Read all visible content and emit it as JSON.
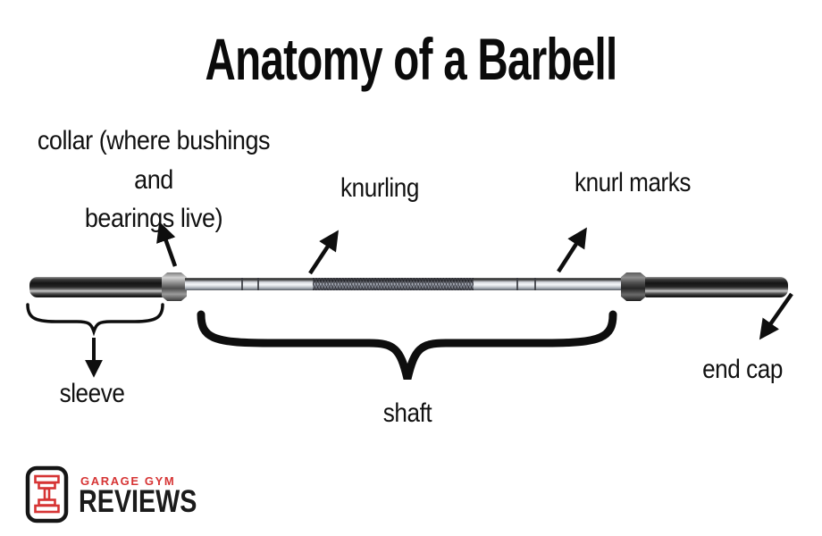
{
  "title": "Anatomy of a Barbell",
  "labels": {
    "collar_line1": "collar (where bushings and",
    "collar_line2": "bearings live)",
    "knurling": "knurling",
    "knurl_marks": "knurl marks",
    "sleeve": "sleeve",
    "shaft": "shaft",
    "end_cap": "end cap"
  },
  "logo": {
    "line1": "GARAGE GYM",
    "line2": "REVIEWS",
    "icon": "dumbbell-icon",
    "accent_color": "#d63434",
    "text_color": "#1b1b1b"
  },
  "colors": {
    "background": "#ffffff",
    "ink": "#0e0e0e",
    "sleeve_chrome_dark": "#1c1c1c",
    "shaft_chrome_light": "#f4f6f8"
  }
}
